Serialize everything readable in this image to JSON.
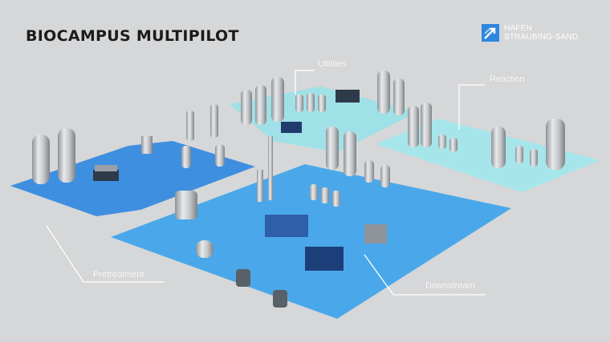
{
  "title": "BIOCAMPUS MULTIPILOT",
  "logo": {
    "line1": "HAFEN",
    "line2": "STRAUBING-SAND"
  },
  "areas": {
    "utilities": "Utilities",
    "reaction": "Reaction",
    "pretreatment": "Pretreatment",
    "downstream": "Downstream"
  },
  "colors": {
    "background": "#d6d7d8",
    "pretreatment_floor": "#3f8fe0",
    "downstream_floor": "#4aa8ea",
    "utilities_floor": "#9fe1e6",
    "reaction_floor": "#a6e6ea",
    "tank": "#c9cccf",
    "logo_accent": "#2e86de"
  }
}
